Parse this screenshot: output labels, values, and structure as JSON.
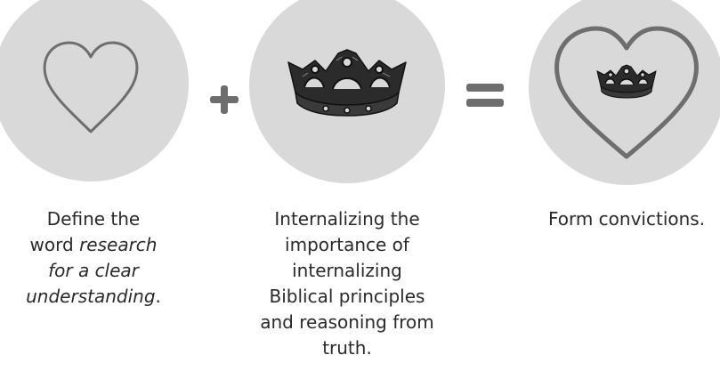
{
  "colors": {
    "circle_fill": "#d9d9d9",
    "stroke": "#6e6e6e",
    "text": "#2a2a2a"
  },
  "steps": [
    {
      "icon": "heart-icon",
      "caption": {
        "l1": "Define the",
        "l2a": "word ",
        "l2b": "research",
        "l3": "for a clear",
        "l4a": "understanding",
        "l4b": "."
      }
    },
    {
      "icon": "crown-icon",
      "caption": {
        "l1": "Internalizing the",
        "l2": "importance of",
        "l3": "internalizing",
        "l4": "Biblical principles",
        "l5": "and reasoning from",
        "l6": "truth."
      }
    },
    {
      "icon": "heart-with-crown-icon",
      "caption": {
        "l1": "Form convictions."
      }
    }
  ],
  "operators": {
    "plus": "plus-icon",
    "equals": "equals-icon"
  }
}
